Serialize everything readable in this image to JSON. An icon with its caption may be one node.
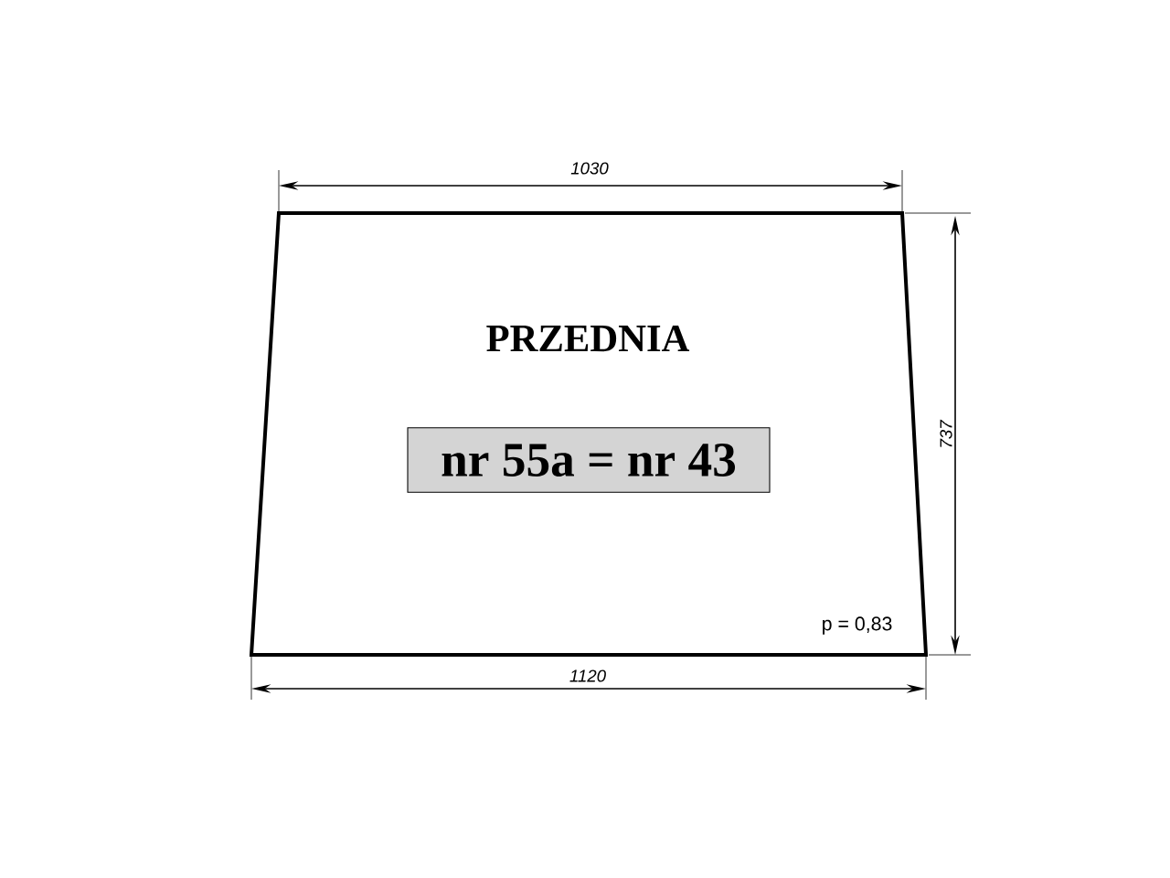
{
  "diagram": {
    "nodes": [
      {
        "text": [
          "PRZEDNIA",
          "p = 0,83"
        ]
      },
      {
        "text": [
          "nr 55a = nr 43"
        ],
        "in": 0
      }
    ],
    "labels": [
      "1030",
      "737",
      "1120"
    ]
  }
}
